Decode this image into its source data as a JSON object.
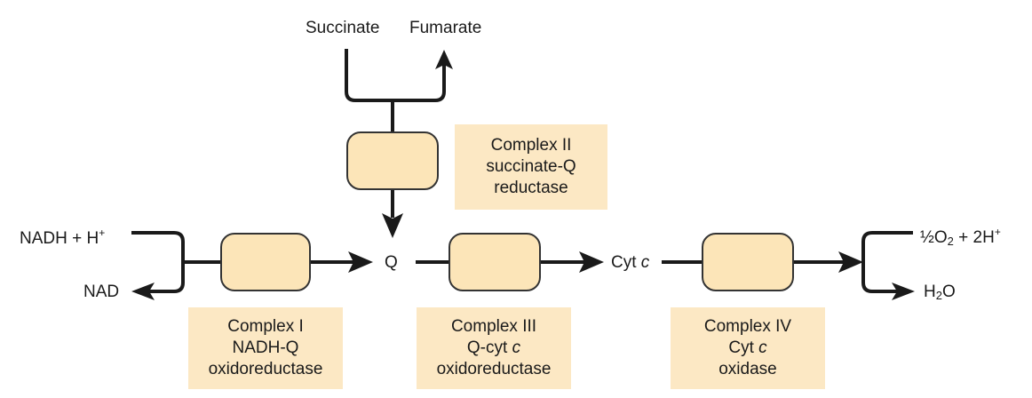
{
  "substrates": {
    "succinate": "Succinate",
    "fumarate": "Fumarate",
    "nadh": "NADH + H",
    "nadh_sup": "+",
    "nad": "NAD",
    "q": "Q",
    "cyt": "Cyt",
    "cyt_italic": "c",
    "oxygen_half": "½",
    "oxygen_o": "O",
    "oxygen_sub": "2",
    "oxygen_rest": " + 2H",
    "oxygen_sup": "+",
    "water_h": "H",
    "water_sub": "2",
    "water_o": "O"
  },
  "complexes": [
    {
      "line1": "Complex I",
      "line2": "NADH-Q",
      "line3": "oxidoreductase"
    },
    {
      "line1": "Complex II",
      "line2": "succinate-Q",
      "line3": "reductase"
    },
    {
      "line1": "Complex III",
      "line2": "Q-cyt",
      "line2_italic": "c",
      "line3": "oxidoreductase"
    },
    {
      "line1": "Complex IV",
      "line2": "Cyt",
      "line2_italic": "c",
      "line3": "oxidase"
    }
  ],
  "colors": {
    "box_fill": "#fce5b8",
    "label_fill": "#fce8c4",
    "line": "#1a1a1a"
  }
}
